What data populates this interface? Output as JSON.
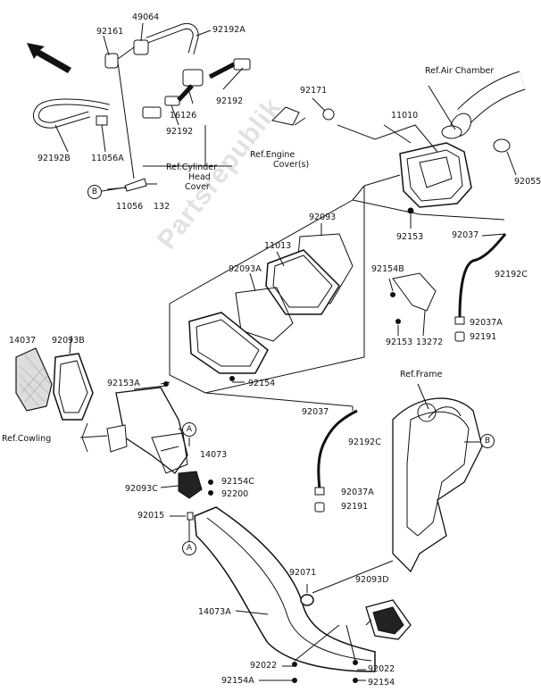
{
  "diagram": {
    "watermark": "Partsrepublik",
    "part_labels": {
      "p49064": "49064",
      "p92161": "92161",
      "p92192A": "92192A",
      "p16126": "16126",
      "p92192a": "92192",
      "p92192b": "92192",
      "p92192B": "92192B",
      "p11056A": "11056A",
      "p11056": "11056",
      "p132": "132",
      "p92171": "92171",
      "p11010": "11010",
      "p92055": "92055",
      "p92093": "92093",
      "p11013": "11013",
      "p92093A": "92093A",
      "p92153": "92153",
      "p92037": "92037",
      "p92154B": "92154B",
      "p92192C": "92192C",
      "p92037A": "92037A",
      "p92153b": "92153",
      "p13272": "13272",
      "p92191": "92191",
      "p92154": "92154",
      "p14037": "14037",
      "p92093B": "92093B",
      "p92153A": "92153A",
      "p14073": "14073",
      "p92093C": "92093C",
      "p92154C": "92154C",
      "p92200": "92200",
      "p92015": "92015",
      "p92037b": "92037",
      "p92192Cb": "92192C",
      "p92037Ab": "92037A",
      "p92191b": "92191",
      "p92071": "92071",
      "p92093D": "92093D",
      "p14073A": "14073A",
      "p92022a": "92022",
      "p92022b": "92022",
      "p92154A": "92154A",
      "p92154b": "92154"
    },
    "refs": {
      "air_chamber": "Ref.Air Chamber",
      "cylinder_head_1": "Ref.Cylinder",
      "cylinder_head_2": "Head",
      "cylinder_head_3": "Cover",
      "engine_cover_1": "Ref.Engine",
      "engine_cover_2": "Cover(s)",
      "frame": "Ref.Frame",
      "cowling": "Ref.Cowling"
    },
    "markers": {
      "b_left": "B",
      "b_right": "B",
      "a_upper": "A",
      "a_lower": "A"
    }
  }
}
